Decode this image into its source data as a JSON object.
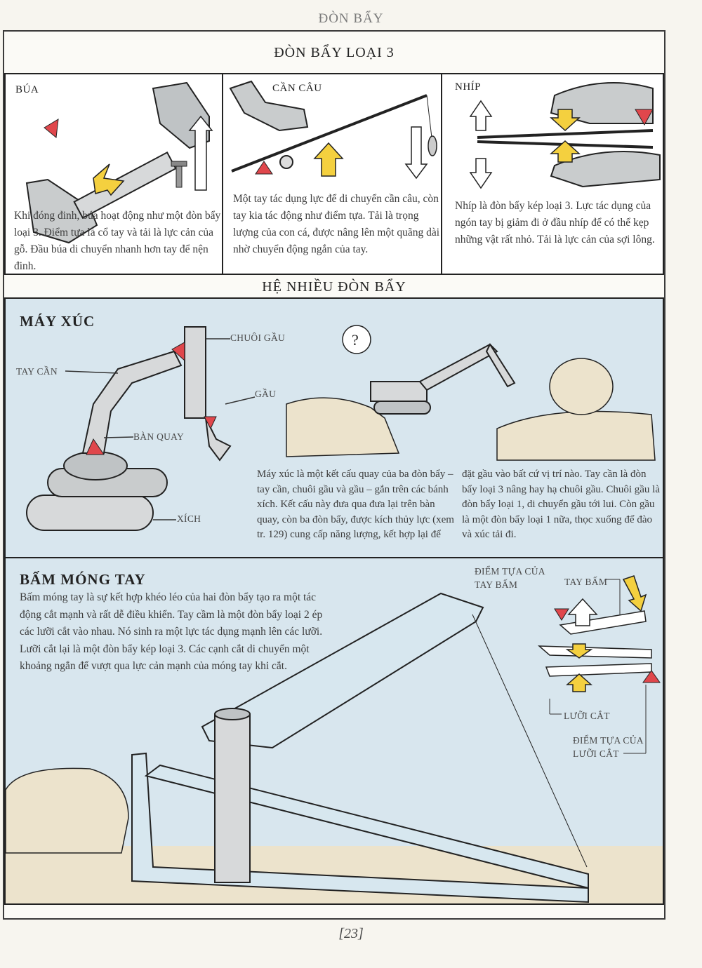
{
  "header": {
    "running_title": "ĐÒN BẨY"
  },
  "lever3": {
    "title": "ĐÒN BẨY LOẠI 3",
    "hammer": {
      "label": "BÚA",
      "text": "Khi đóng đinh, búa hoạt động như một đòn bẩy loại 3. Điểm tựa là cổ tay và tải là lực cản của gỗ. Đầu búa di chuyển nhanh hơn tay để nện đinh."
    },
    "fishing_rod": {
      "label": "CẦN CÂU",
      "text": "Một tay tác dụng lực để di chuyển cần câu, còn tay kia tác động như điểm tựa. Tải là trọng lượng của con cá, được nâng lên một quãng dài nhờ chuyển động ngắn của tay."
    },
    "tweezers": {
      "label": "NHÍP",
      "text": "Nhíp là đòn bẩy kép loại 3. Lực tác dụng của ngón tay bị giảm đi ở đầu nhíp để có thể kẹp những vật rất nhỏ. Tải là lực cản của sợi lông."
    }
  },
  "multi_lever": {
    "title": "HỆ NHIỀU ĐÒN BẨY",
    "excavator": {
      "title": "MÁY XÚC",
      "callouts": {
        "bucket_arm": "CHUÔI GẦU",
        "boom": "TAY CẦN",
        "bucket": "GẦU",
        "turntable": "BÀN QUAY",
        "tracks": "XÍCH"
      },
      "text_left": "Máy xúc là một kết cấu quay của ba đòn bẩy – tay cần, chuôi gầu và gầu – gắn trên các bánh xích. Kết cấu này đưa qua đưa lại trên bàn quay, còn ba đòn bẩy, được kích thủy lực (xem tr. 129) cung cấp năng lượng, kết hợp lại để",
      "text_right": "đặt gầu vào bất cứ vị trí nào. Tay cần là đòn bẩy loại 3 nâng hay hạ chuôi gầu. Chuôi gầu là đòn bẩy loại 1, di chuyển gầu tới lui. Còn gầu là một đòn bẩy loại 1 nữa, thọc xuống để đào và xúc tải đi."
    },
    "nail_clipper": {
      "title": "BẤM MÓNG TAY",
      "text": "Bấm móng tay là sự kết hợp khéo léo của hai đòn bẩy tạo ra một tác động cắt mạnh và rất dễ điều khiển. Tay cầm là một đòn bẩy loại 2 ép các lưỡi cắt vào nhau. Nó sinh ra một lực tác dụng mạnh lên các lưỡi. Lưỡi cắt lại là một đòn bẩy kép loại 3. Các cạnh cắt di chuyển một khoảng ngắn để vượt qua lực cản mạnh của móng tay khi cắt.",
      "callouts": {
        "handle_fulcrum_1": "ĐIỂM TỰA CỦA",
        "handle_fulcrum_2": "TAY BẤM",
        "handle": "TAY BẤM",
        "blade": "LƯỠI CẮT",
        "blade_fulcrum_1": "ĐIỂM TỰA CỦA",
        "blade_fulcrum_2": "LƯỠI CẮT"
      }
    }
  },
  "footer": {
    "page_number": "[23]"
  },
  "colors": {
    "effort_arrow": "#f4d03f",
    "fulcrum_red": "#e0474c",
    "panel_blue": "#d8e6ee",
    "grey_fill": "#c9cccd",
    "ground": "#ece3cc"
  },
  "icons": [
    "hammer",
    "fishing-rod",
    "tweezers",
    "excavator",
    "mammoth",
    "nail-clipper",
    "effort-arrow",
    "fulcrum-triangle"
  ]
}
